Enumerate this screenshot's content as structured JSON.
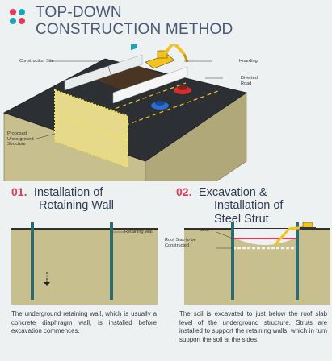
{
  "title": {
    "line1": "TOP-DOWN",
    "line2": "CONSTRUCTION METHOD"
  },
  "colors": {
    "accent_red": "#e23a57",
    "accent_teal": "#1aa6b7",
    "soil": "#c9c08f",
    "road": "#2c2f33",
    "pile": "#2e6b6f"
  },
  "overview": {
    "labels": {
      "construction_site": "Construction Site",
      "hoarding": "Hoarding",
      "diverted_road": "Diverted\nRoad",
      "underground_1": "Proposed",
      "underground_2": "Underground",
      "underground_3": "Structure"
    }
  },
  "step1": {
    "number": "01.",
    "title_1": "Installation of",
    "title_2": "Retaining Wall",
    "label_wall": "Retaining Wall",
    "description": "The underground retaining wall, which is usually a concrete diaphragm wall, is installed before excavation commences."
  },
  "step2": {
    "number": "02.",
    "title_1": "Excavation &",
    "title_2": "Installation of",
    "title_3": "Steel Strut",
    "label_strut": "Strut",
    "label_roof_1": "Roof Slab to be",
    "label_roof_2": "Constructed",
    "description": "The soil is excavated to just below the roof slab level of the underground structure. Struts are installed to support the retaining walls, which in turn support the soil at the sides."
  }
}
